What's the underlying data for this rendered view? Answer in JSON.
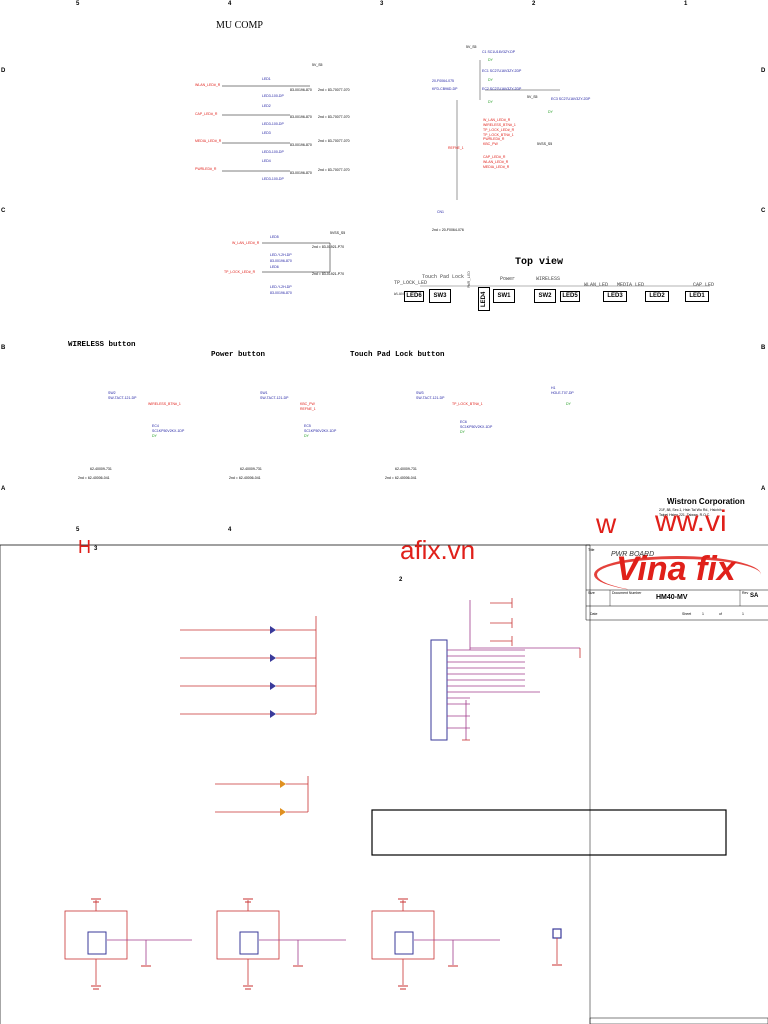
{
  "grid": {
    "columns": [
      "5",
      "4",
      "3",
      "2",
      "1"
    ],
    "rows": [
      "D",
      "C",
      "B",
      "A"
    ]
  },
  "top": {
    "title": "MU COMP",
    "led_labels": [
      "LED1",
      "LED2",
      "LED3",
      "LED4",
      "LED5",
      "LED6"
    ],
    "led_signals": [
      "WLAN_LED#_R",
      "CAP_LED#_R",
      "MEDIA_LED#_R",
      "PWRLED#_R",
      "W_LAN_LED#_R",
      "TP_LOCK_LED#_R"
    ],
    "led_part": "LED3-100-DP",
    "led_part_2": "LED-Y-2H-DP",
    "led_pn": "83-00196-870",
    "led_2nd": "2nd = 83-70077-070",
    "led_2nd_b": "2nd = 83-01921-P70",
    "net_5v": "5V_S5",
    "net_5vs5": "5VSS_S5",
    "conn_ref": "CN1",
    "conn_pn": "20-F0064-075",
    "conn_name": "KFD-CB96D-DP",
    "conn_2nd": "2nd = 20-F0064-076",
    "caps": [
      "C1 SC1U16V3ZY-DP",
      "EC1 SC27U16V3ZY-2DP",
      "EC2 SC27U16V3ZY-2DP",
      "EC3 SC27U16V3ZY-2DP"
    ],
    "cap_dy": "DY",
    "conn_signals": [
      "W_LAN_LED#_R",
      "WIRELESS_BTN#_1",
      "TP_LOCK_LED#_R",
      "TP_LOCK_BTN#_1",
      "PWRLED#_R",
      "KBC_PW",
      "REFNE_1",
      "CAP_LED#_R",
      "WLAN_LED#_R",
      "MEDIA_LED#_R"
    ]
  },
  "top_view": {
    "title": "Top view",
    "labels": [
      "TP_LOCK_LED",
      "Touch Pad Lock",
      "Power",
      "WIRELESS",
      "WLAN_LED",
      "MEDIA LED",
      "CAP LED",
      "WLAN LED"
    ],
    "boxes": [
      "LED6",
      "SW3",
      "LED4",
      "SW1",
      "SW2",
      "LED5",
      "LED3",
      "LED2",
      "LED1"
    ],
    "side_labels": [
      "PWR_LED"
    ]
  },
  "buttons": {
    "wireless_title": "WIRELESS button",
    "power_title": "Power button",
    "tp_title": "Touch Pad Lock button",
    "sw2": "SW2",
    "sw1": "SW1",
    "sw3": "SW3",
    "sw_part": "SW-TACT-121-DP",
    "wireless_sig": "WIRELESS_BTN#_1",
    "power_sig": "KBC_PW",
    "power_sig2": "REFNE_1",
    "tp_sig": "TP_LOCK_BTN#_1",
    "ec_refs": [
      "EC4",
      "EC5",
      "EC6"
    ],
    "ec_part": "SC1KP50V2KX-1DP",
    "dy": "DY",
    "sw_pn": "62-40009-731",
    "sw_2nd": "2nd = 62-40006-041",
    "h1": "H1",
    "h1_part": "HOLE-T07-DP",
    "h1_dy": "DY"
  },
  "titleblock": {
    "company": "Wistron Corporation",
    "address": "21F, 88, Sec.1, Hsin Tai Wu Rd., Hsichih,",
    "address2": "Taipei Hsien 221, Taiwan, R.O.C.",
    "title_label": "Title",
    "title": "PWR BOARD",
    "size_label": "Size",
    "doc_label": "Document Number",
    "doc": "HM40-MV",
    "rev_label": "Rev",
    "rev": "SA",
    "date_label": "Date",
    "sheet_label": "Sheet",
    "sheet": "1",
    "of_label": "of",
    "of": "1"
  },
  "watermark": {
    "url_fragment": "ww.vi",
    "url_w": "w",
    "fix_fragment": "afix.vn",
    "logo_vina": "Vina",
    "logo_fix": "fix"
  },
  "bottom": {
    "col5": "5",
    "col4": "4",
    "col2": "2",
    "h_frag": "H",
    "h_sub": "3"
  },
  "colors": {
    "wire_red": "#c83232",
    "wire_purple": "#a03c8c",
    "symbol_blue": "#3a3a9a",
    "text_red": "#e0201a",
    "text_blue": "#1a1aa0",
    "text_green": "#1a9a1a",
    "brand_red": "#e0201a"
  }
}
